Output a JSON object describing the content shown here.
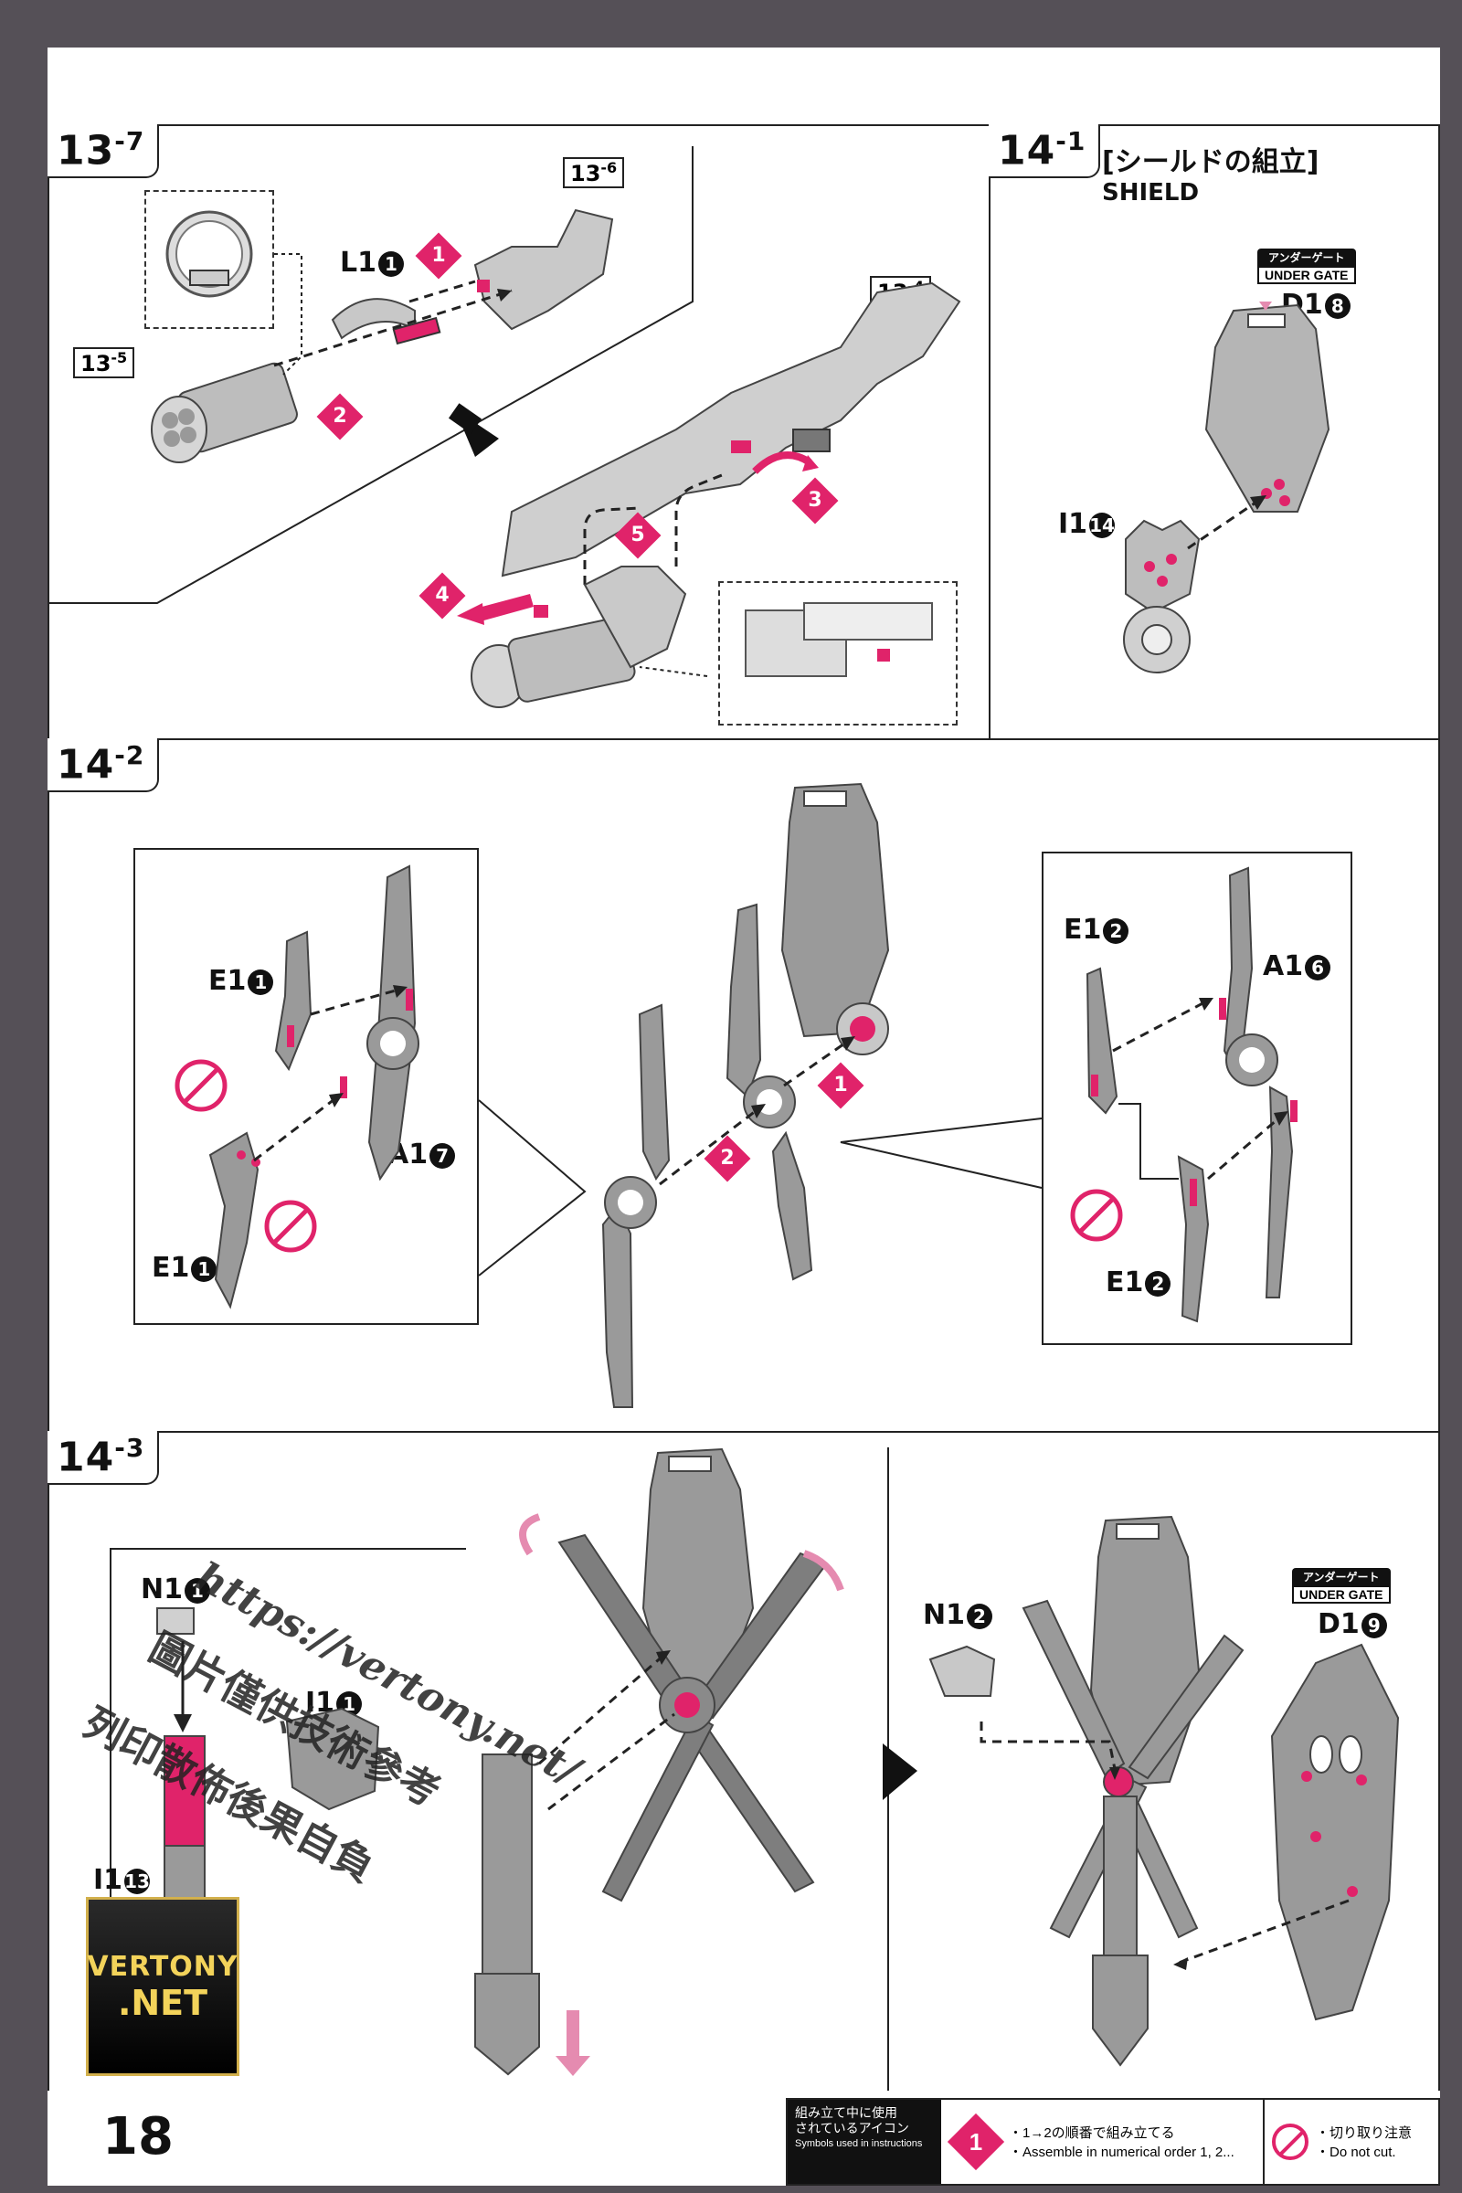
{
  "page": {
    "number": "18"
  },
  "steps": {
    "s13_7": {
      "major": "13",
      "minor": "-7"
    },
    "s14_1": {
      "major": "14",
      "minor": "-1",
      "title_jp": "[シールドの組立]",
      "title_en": "SHIELD"
    },
    "s14_2": {
      "major": "14",
      "minor": "-2"
    },
    "s14_3": {
      "major": "14",
      "minor": "-3"
    }
  },
  "refs": {
    "r13_6": "13",
    "r13_6_sub": "-6",
    "r13_4": "13",
    "r13_4_sub": "-4",
    "r13_5": "13",
    "r13_5_sub": "-5"
  },
  "parts": {
    "L1": "L1",
    "L1_n": "1",
    "D1a": "D1",
    "D1a_n": "8",
    "I1a": "I1",
    "I1a_n": "14",
    "E1a": "E1",
    "E1a_n": "1",
    "E1b": "E1",
    "E1b_n": "1",
    "A1a": "A1",
    "A1a_n": "7",
    "E1c": "E1",
    "E1c_n": "2",
    "A1b": "A1",
    "A1b_n": "6",
    "E1d": "E1",
    "E1d_n": "2",
    "N1a": "N1",
    "N1a_n": "1",
    "I1b": "I1",
    "I1b_n": "1",
    "I1c": "I1",
    "I1c_n": "13",
    "N1b": "N1",
    "N1b_n": "2",
    "D1b": "D1",
    "D1b_n": "9"
  },
  "order_markers": [
    "1",
    "2",
    "3",
    "4",
    "5"
  ],
  "under_gate": {
    "jp": "アンダーゲート",
    "en": "UNDER GATE"
  },
  "legend": {
    "title_jp_1": "組み立て中に使用",
    "title_jp_2": "されているアイコン",
    "title_en": "Symbols used in instructions",
    "order_jp": "・1→2の順番で組み立てる",
    "order_en": "・Assemble in numerical order 1, 2...",
    "order_icon": "1",
    "cut_jp": "・切り取り注意",
    "cut_en": "・Do not cut."
  },
  "watermark": {
    "url": "https://vertony.net/",
    "line1": "圖片僅供技術參考",
    "line2": "列印散佈後果自負",
    "logo_1": "VERTONY",
    "logo_2": ".NET"
  },
  "colors": {
    "accent": "#e0236a",
    "frame": "#555057",
    "part_gray": "#9a9a9a"
  }
}
